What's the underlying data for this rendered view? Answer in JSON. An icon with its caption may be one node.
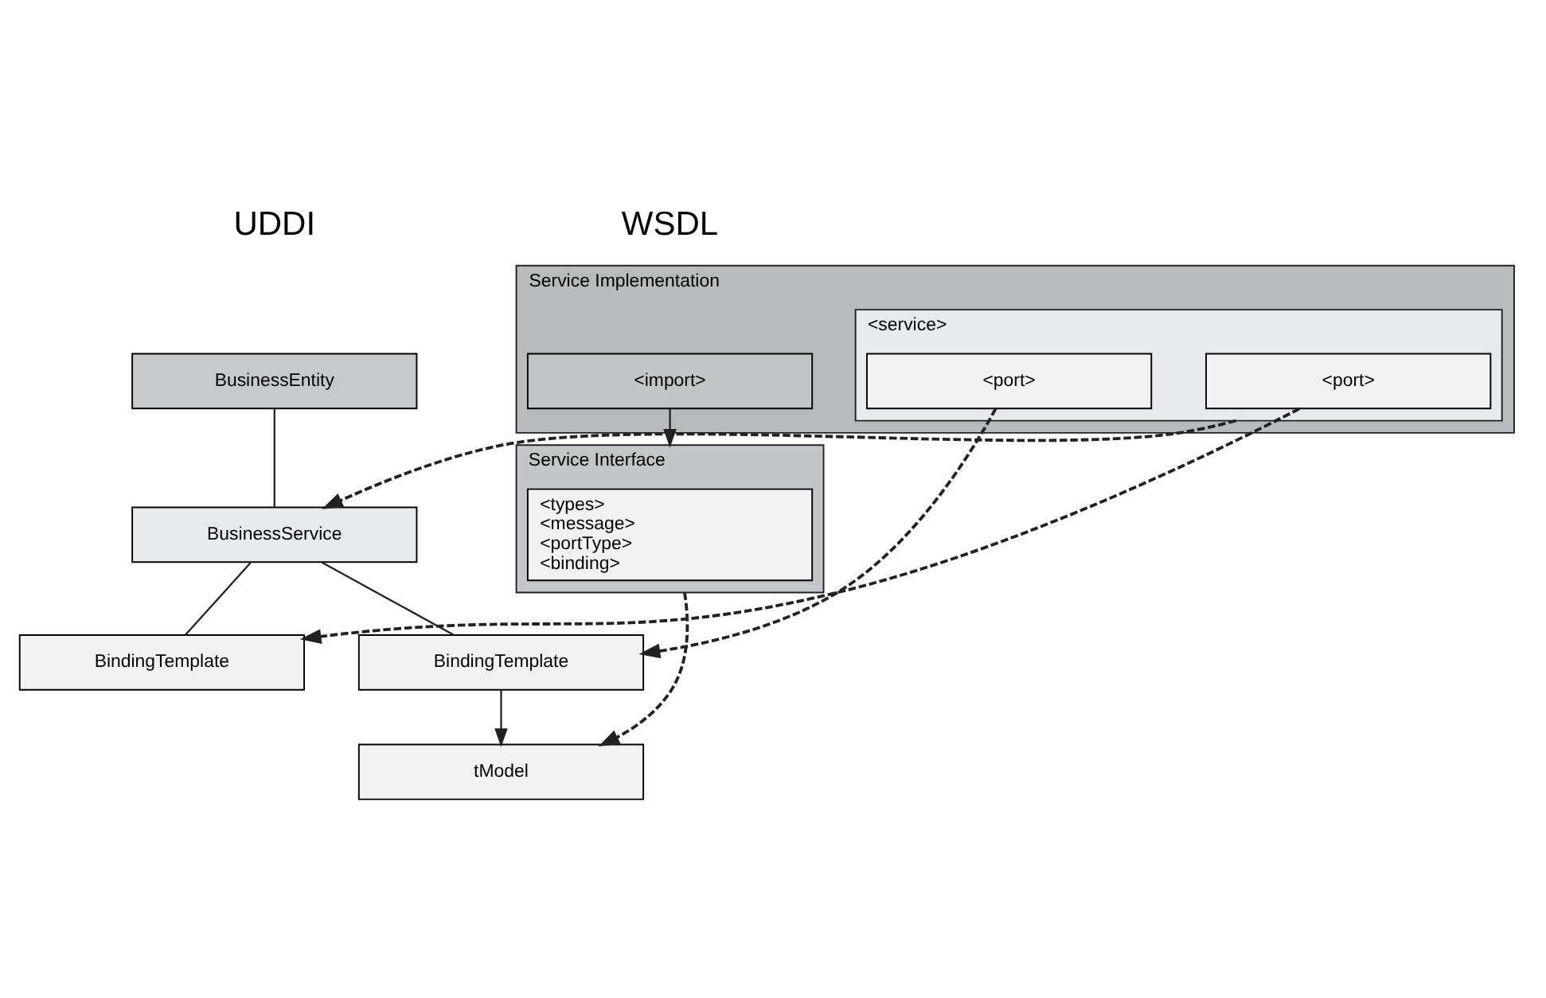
{
  "diagram": {
    "nodes": [
      {
        "text": [
          "Service Implementation"
        ]
      },
      {
        "text": [
          "<import>"
        ],
        "in": 0
      },
      {
        "text": [
          "<service>"
        ],
        "in": 0
      },
      {
        "text": [
          "<port>"
        ],
        "in": 2
      },
      {
        "text": [
          "<port>"
        ],
        "in": 2
      },
      {
        "text": [
          "Service Interface"
        ]
      },
      {
        "text": [
          "<types>",
          "<message>",
          "<portType>",
          "<binding>"
        ],
        "in": 5
      },
      {
        "text": [
          "BusinessEntity"
        ]
      },
      {
        "text": [
          "BusinessService"
        ]
      },
      {
        "text": [
          "BindingTemplate"
        ]
      },
      {
        "text": [
          "BindingTemplate"
        ]
      },
      {
        "text": [
          "tModel"
        ]
      }
    ],
    "edges": [
      {
        "from": 1,
        "to": 5,
        "arrow": "to"
      },
      {
        "from": 2,
        "to": 8,
        "arrow": "to",
        "style": "dashed"
      },
      {
        "from": 3,
        "to": 9,
        "arrow": "to",
        "style": "dashed"
      },
      {
        "from": 4,
        "to": 10,
        "arrow": "to",
        "style": "dashed"
      },
      {
        "from": 7,
        "to": 8,
        "arrow": "none"
      },
      {
        "from": 8,
        "to": 9,
        "arrow": "none"
      },
      {
        "from": 8,
        "to": 10,
        "arrow": "none"
      },
      {
        "from": 10,
        "to": 11,
        "arrow": "to"
      },
      {
        "from": 5,
        "to": 11,
        "arrow": "to",
        "style": "dashed"
      }
    ],
    "labels": [
      "WSDL",
      "UDDI"
    ]
  }
}
